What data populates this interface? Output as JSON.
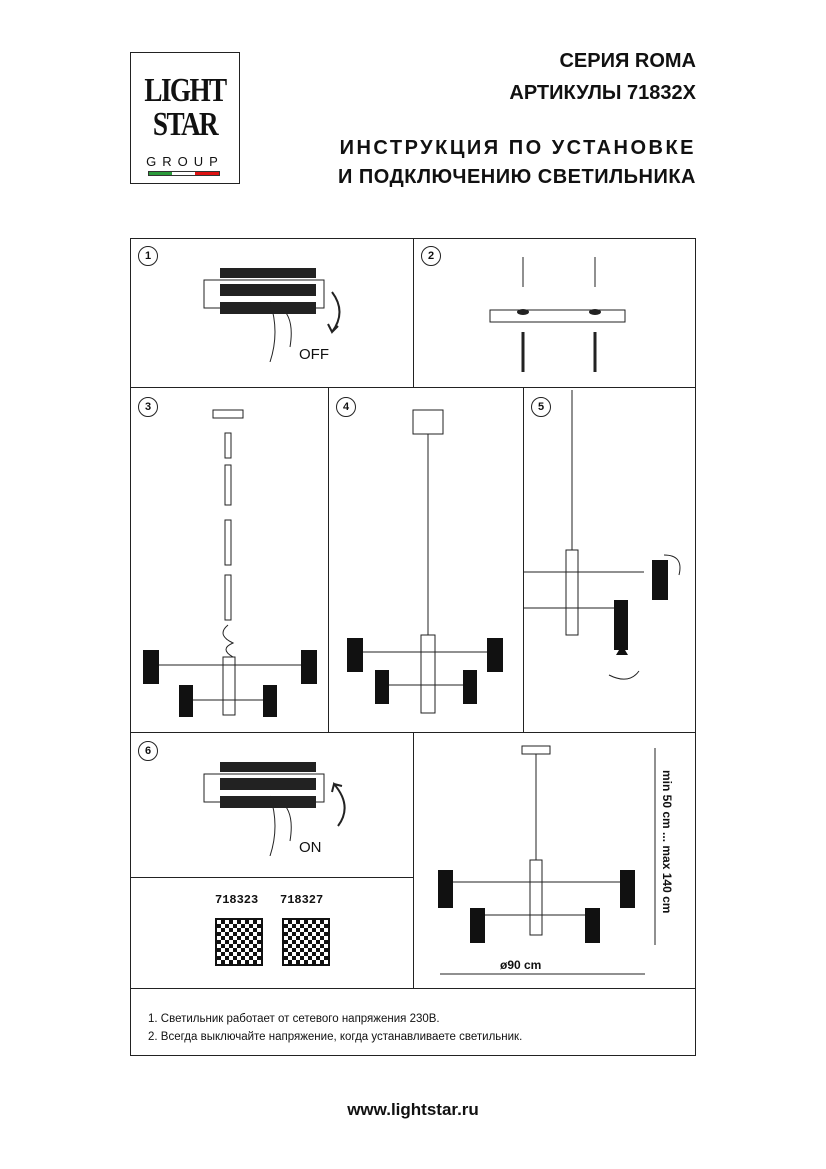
{
  "logo": {
    "line1": "LIGHT",
    "line2": "STAR",
    "line3": "GROUP"
  },
  "header": {
    "series": "СЕРИЯ ROMA",
    "articles": "АРТИКУЛЫ 71832X",
    "title1": "ИНСТРУКЦИЯ ПО УСТАНОВКЕ",
    "title2": "И ПОДКЛЮЧЕНИЮ СВЕТИЛЬНИКА"
  },
  "steps": {
    "s1": "1",
    "s2": "2",
    "s3": "3",
    "s4": "4",
    "s5": "5",
    "s6": "6",
    "off": "OFF",
    "on": "ON"
  },
  "codes": [
    "718323",
    "718327"
  ],
  "dimensions": {
    "height": "min 50 cm ... max 140 cm",
    "diameter": "ø90 cm"
  },
  "notes": [
    "1. Светильник работает от сетевого напряжения 230В.",
    "2. Всегда выключайте напряжение, когда устанавливаете светильник."
  ],
  "footer": {
    "url": "www.lightstar.ru"
  }
}
